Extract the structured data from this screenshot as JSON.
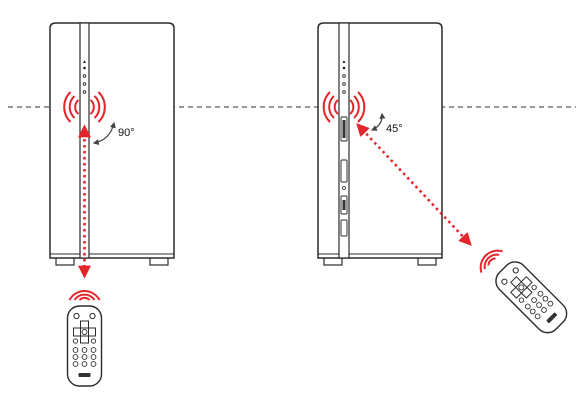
{
  "diagram": {
    "left_scenario": {
      "angle_label": "90°"
    },
    "right_scenario": {
      "angle_label": "45°"
    }
  },
  "colors": {
    "signal": "#e3262c",
    "outline": "#2b2b2b",
    "guide_line": "#333333",
    "text": "#111111"
  },
  "icons": {
    "device": "nas-tower",
    "remote": "ir-remote-control",
    "signal": "wireless-signal"
  }
}
